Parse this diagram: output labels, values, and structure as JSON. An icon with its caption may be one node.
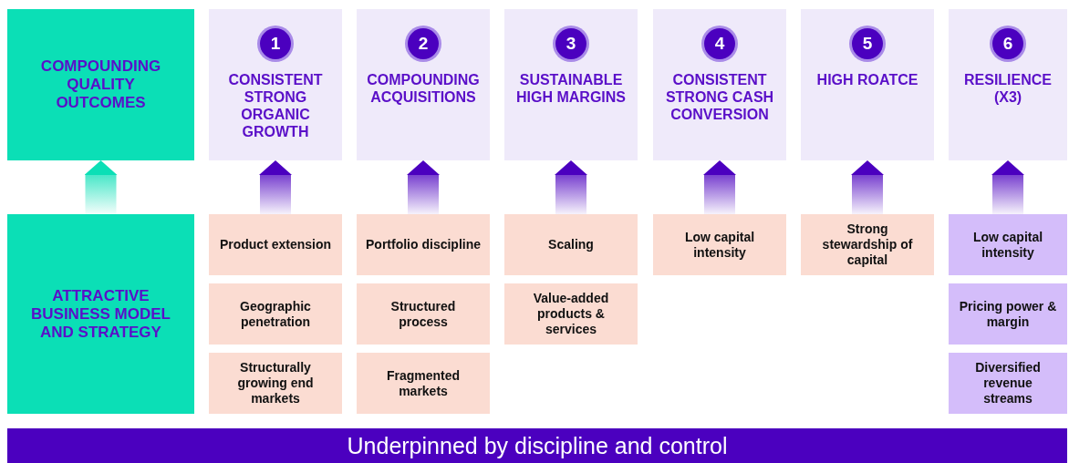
{
  "diagram": {
    "nodes": [
      {
        "text": [
          "COMPOUNDING QUALITY OUTCOMES"
        ]
      },
      {
        "text": [
          "1",
          "CONSISTENT STRONG ORGANIC GROWTH"
        ]
      },
      {
        "text": [
          "2",
          "COMPOUNDING ACQUISITIONS"
        ]
      },
      {
        "text": [
          "3",
          "SUSTAINABLE HIGH MARGINS"
        ]
      },
      {
        "text": [
          "4",
          "CONSISTENT STRONG CASH CONVERSION"
        ]
      },
      {
        "text": [
          "5",
          "HIGH ROATCE"
        ]
      },
      {
        "text": [
          "6",
          "RESILIENCE (X3)"
        ]
      },
      {
        "text": [
          "ATTRACTIVE BUSINESS MODEL AND STRATEGY"
        ]
      },
      {
        "text": [
          "Product extension"
        ]
      },
      {
        "text": [
          "Portfolio discipline"
        ]
      },
      {
        "text": [
          "Scaling"
        ]
      },
      {
        "text": [
          "Low capital intensity"
        ]
      },
      {
        "text": [
          "Strong stewardship of capital"
        ]
      },
      {
        "text": [
          "Low capital intensity"
        ]
      },
      {
        "text": [
          "Geographic penetration"
        ]
      },
      {
        "text": [
          "Structured process"
        ]
      },
      {
        "text": [
          "Value-added products & services"
        ]
      },
      {
        "text": [
          "Pricing power & margin"
        ]
      },
      {
        "text": [
          "Structurally growing end markets"
        ]
      },
      {
        "text": [
          "Fragmented markets"
        ]
      },
      {
        "text": [
          "Diversified revenue streams"
        ]
      },
      {
        "text": [
          "Underpinned by discipline and control"
        ]
      }
    ],
    "edges": [
      {
        "from": 7,
        "to": 0,
        "arrow": "to",
        "color": "#0bdfb6"
      },
      {
        "from": 8,
        "to": 1,
        "arrow": "to"
      },
      {
        "from": 9,
        "to": 2,
        "arrow": "to"
      },
      {
        "from": 10,
        "to": 3,
        "arrow": "to"
      },
      {
        "from": 11,
        "to": 4,
        "arrow": "to"
      },
      {
        "from": 12,
        "to": 5,
        "arrow": "to"
      },
      {
        "from": 13,
        "to": 6,
        "arrow": "to"
      }
    ]
  }
}
